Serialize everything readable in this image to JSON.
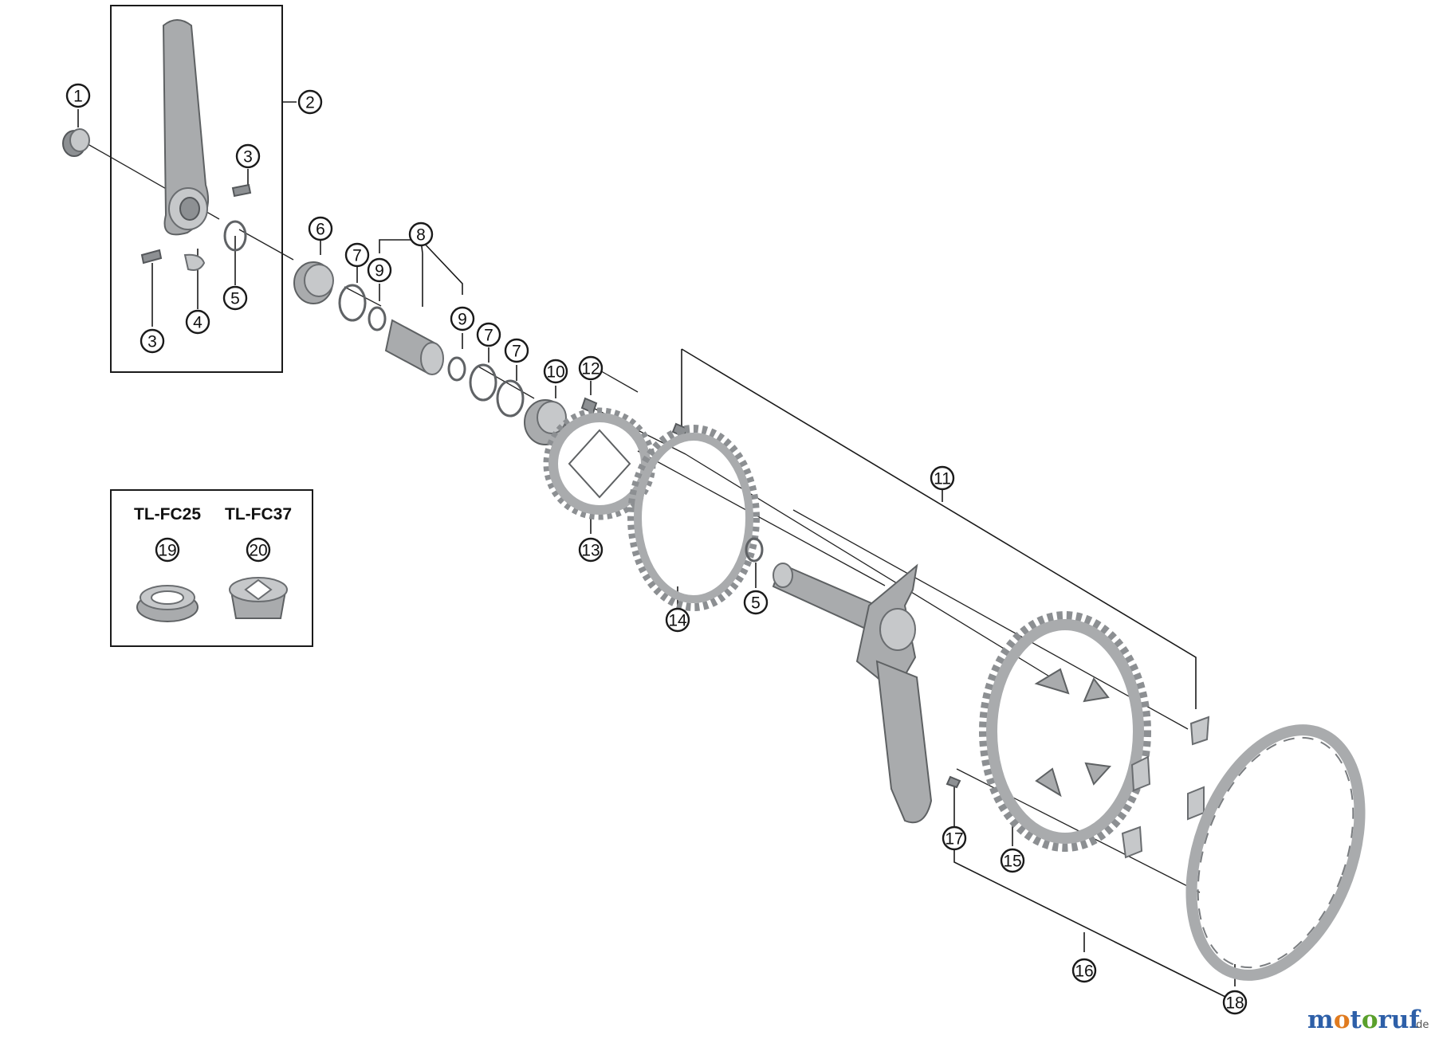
{
  "callouts": {
    "c1": "1",
    "c2": "2",
    "c3a": "3",
    "c3b": "3",
    "c4": "4",
    "c5a": "5",
    "c5b": "5",
    "c6": "6",
    "c7a": "7",
    "c7b": "7",
    "c7c": "7",
    "c8": "8",
    "c9a": "9",
    "c9b": "9",
    "c10": "10",
    "c11": "11",
    "c12": "12",
    "c13": "13",
    "c14": "14",
    "c15": "15",
    "c16": "16",
    "c17": "17",
    "c18": "18",
    "c19": "19",
    "c20": "20"
  },
  "tools": {
    "tool1": "TL-FC25",
    "tool2": "TL-FC37"
  },
  "watermark": {
    "brand": "motoruf",
    "tld": ".de"
  },
  "colors": {
    "part_gray": "#a9abad",
    "line": "#1a1a1a",
    "brand_blue": "#2d5fa8",
    "brand_green": "#5aa02c",
    "brand_orange": "#e07b1f"
  }
}
